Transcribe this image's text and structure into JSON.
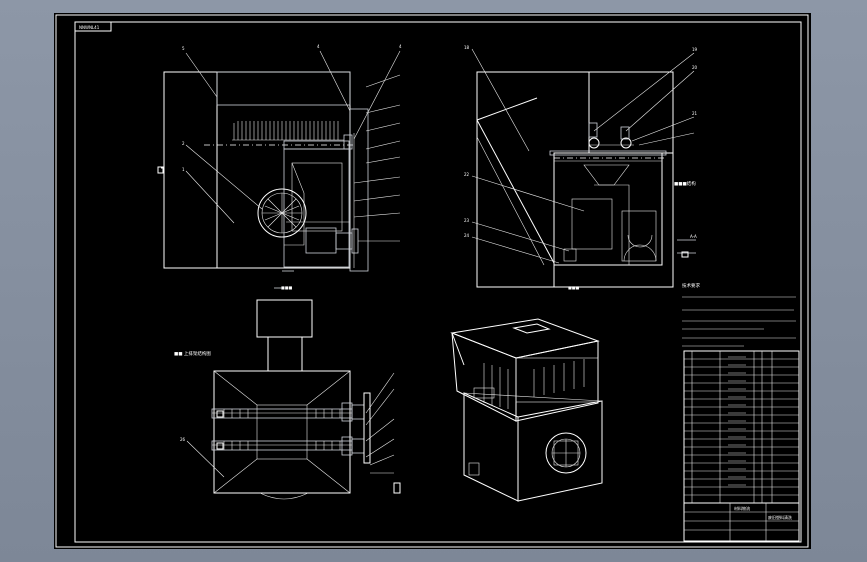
{
  "drawing": {
    "border_stamp": "NNWNL41",
    "colors": {
      "workspace": "#8c96a6",
      "sheet": "#000000",
      "lines": "#ffffff"
    },
    "front_view": {
      "callouts": [
        "5",
        "4",
        "4",
        "2",
        "1"
      ],
      "dimension_label": "■■■"
    },
    "side_view": {
      "callouts": [
        "18",
        "19",
        "20",
        "21",
        "22",
        "23",
        "24"
      ],
      "section_label": "A-A"
    },
    "top_view_title": "■■ 上排架结构图",
    "side_view_title": "■■■结构",
    "tech_requirements_title": "技术要求",
    "title_block": {
      "company": "材料物流",
      "drawing_name": "废旧塑料清洗"
    }
  }
}
